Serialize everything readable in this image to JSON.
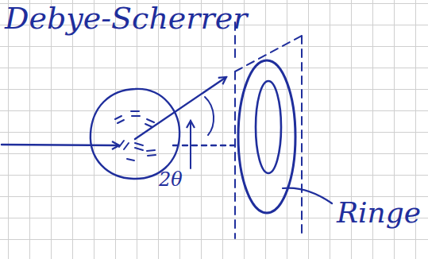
{
  "diagram": {
    "title": "Debye-Scherrer",
    "labels": [
      "2θ",
      "Ringe"
    ]
  }
}
